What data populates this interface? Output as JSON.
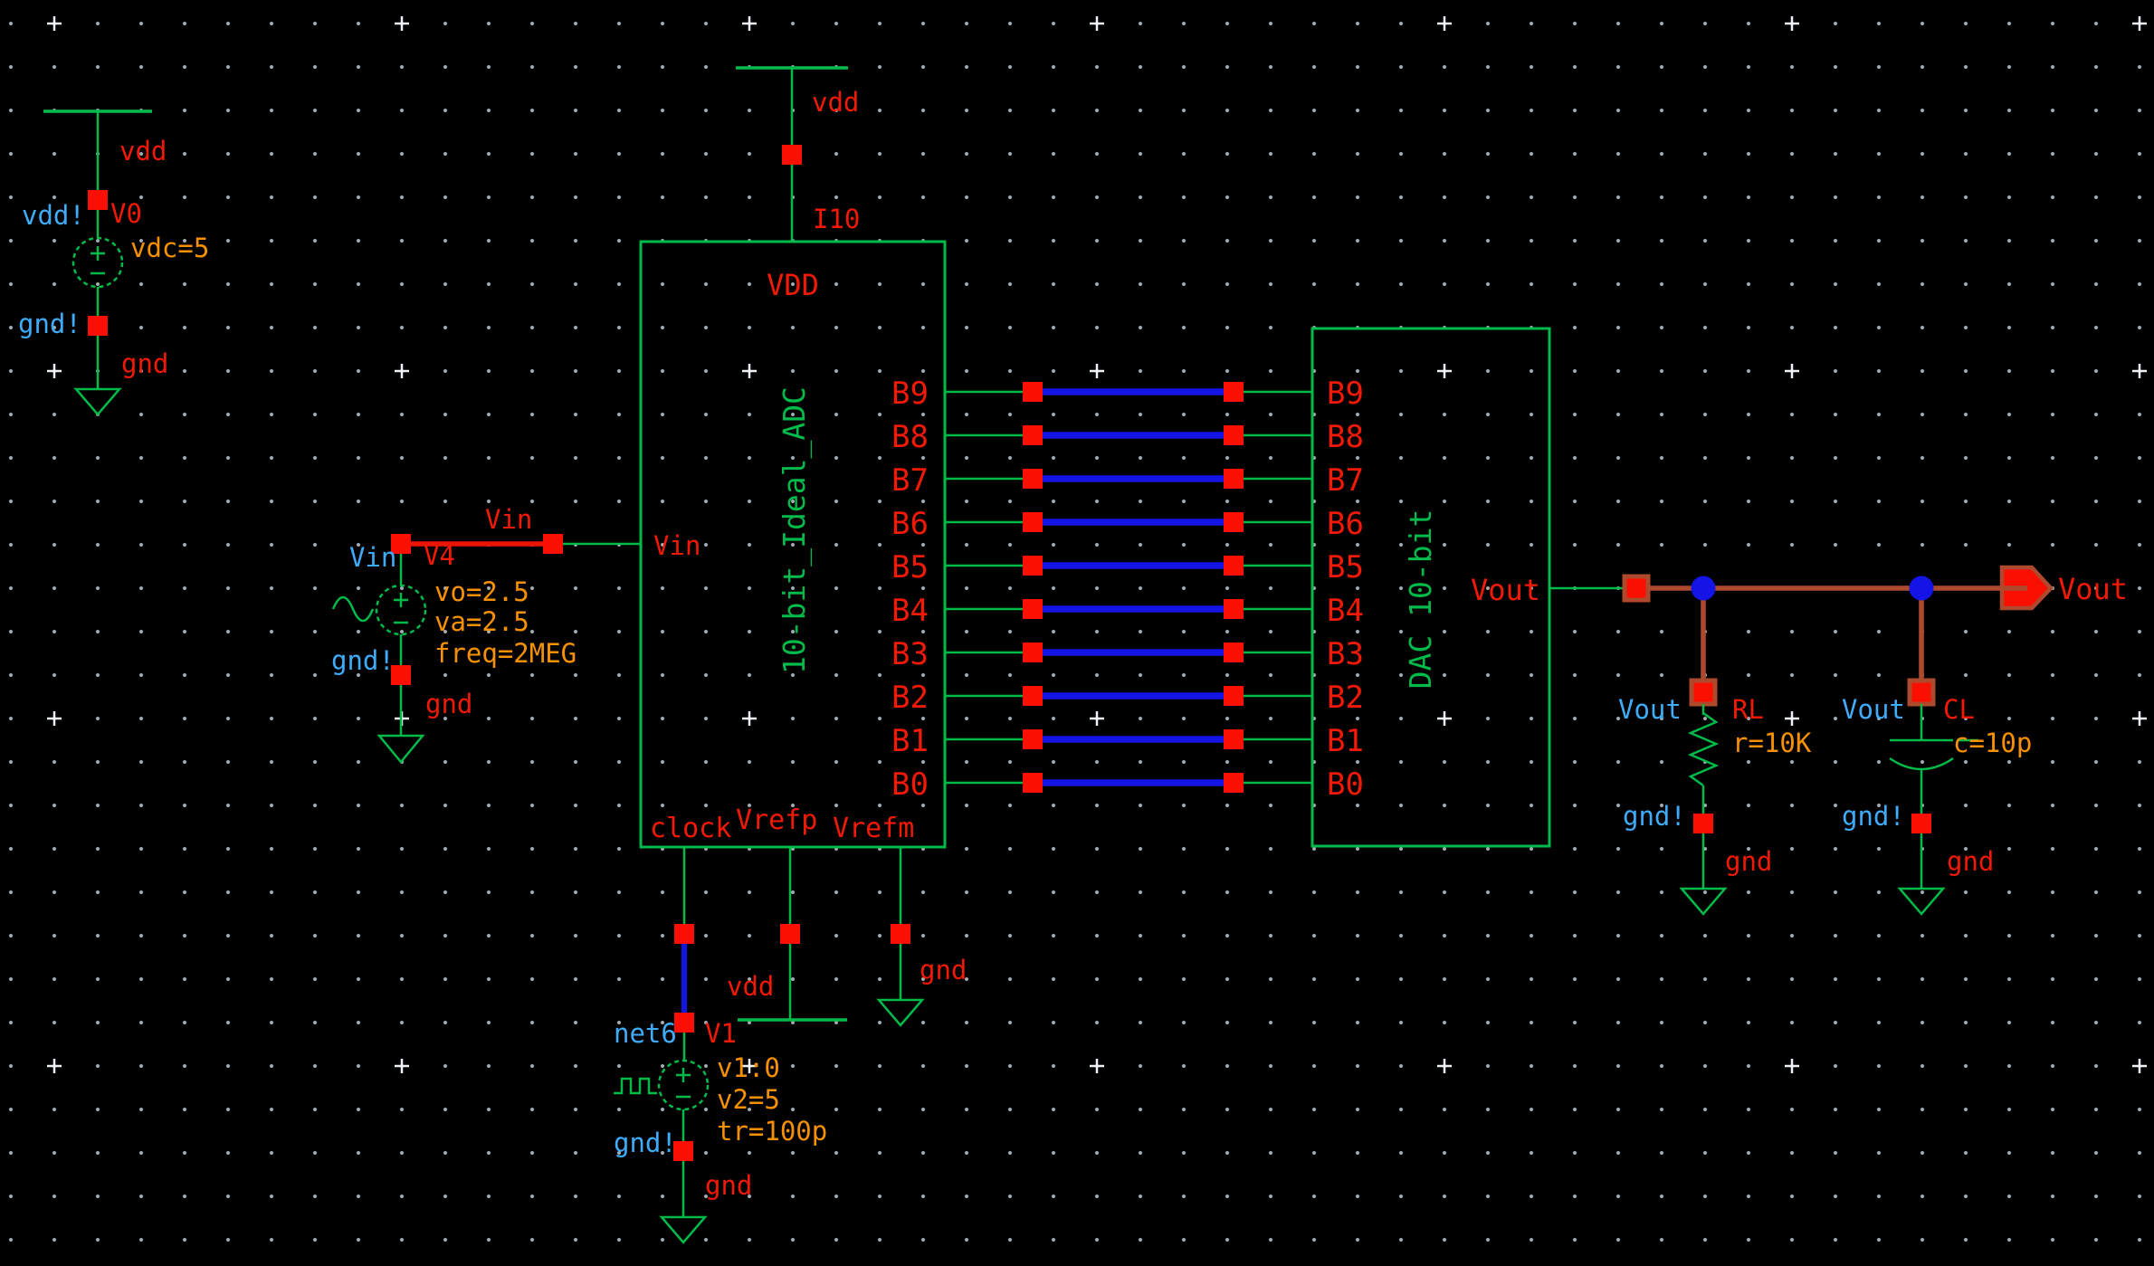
{
  "colors": {
    "component_green": "#00bb4a",
    "label_red": "#f21905",
    "net_blue": "#3facfa",
    "property_orange": "#f79104",
    "bus_blue": "#1414e6",
    "wire_red": "#ee1405",
    "wire_brick": "#ad4a2d",
    "solder_red": "#fa0f00"
  },
  "supply_v0": {
    "rail_label": "vdd",
    "global_net_top": "vdd!",
    "instance": "V0",
    "value": "vdc=5",
    "global_net_bottom": "gnd!",
    "gnd_label": "gnd"
  },
  "source_v4": {
    "net_label": "Vin",
    "wire_net_name": "Vin",
    "instance": "V4",
    "prop_vo": "vo=2.5",
    "prop_va": "va=2.5",
    "prop_freq": "freq=2MEG",
    "global_net": "gnd!",
    "gnd_label": "gnd"
  },
  "adc": {
    "instance": "I10",
    "rail_label": "vdd",
    "title": "10-bit_Ideal_ADC",
    "pin_vdd": "VDD",
    "pin_vin": "Vin",
    "pin_clock": "clock",
    "pin_vrefp": "Vrefp",
    "pin_vrefm": "Vrefm",
    "bit_pins": [
      "B9",
      "B8",
      "B7",
      "B6",
      "B5",
      "B4",
      "B3",
      "B2",
      "B1",
      "B0"
    ]
  },
  "dac": {
    "title": "DAC 10-bit",
    "pin_vout": "Vout",
    "bit_pins": [
      "B9",
      "B8",
      "B7",
      "B6",
      "B5",
      "B4",
      "B3",
      "B2",
      "B1",
      "B0"
    ]
  },
  "vout_net": {
    "pin_label": "Vout"
  },
  "rl": {
    "net_label": "Vout",
    "instance": "RL",
    "value": "r=10K",
    "global_net": "gnd!",
    "gnd_label": "gnd"
  },
  "cl": {
    "net_label": "Vout",
    "instance": "CL",
    "value": "c=10p",
    "global_net": "gnd!",
    "gnd_label": "gnd"
  },
  "vrefp_rail": {
    "label": "vdd"
  },
  "vrefm_gnd": {
    "label": "gnd"
  },
  "source_v1": {
    "net_label": "net6",
    "instance": "V1",
    "prop_v1": "v1:0",
    "prop_v2": "v2=5",
    "prop_tr": "tr=100p",
    "global_net": "gnd!",
    "gnd_label": "gnd"
  }
}
